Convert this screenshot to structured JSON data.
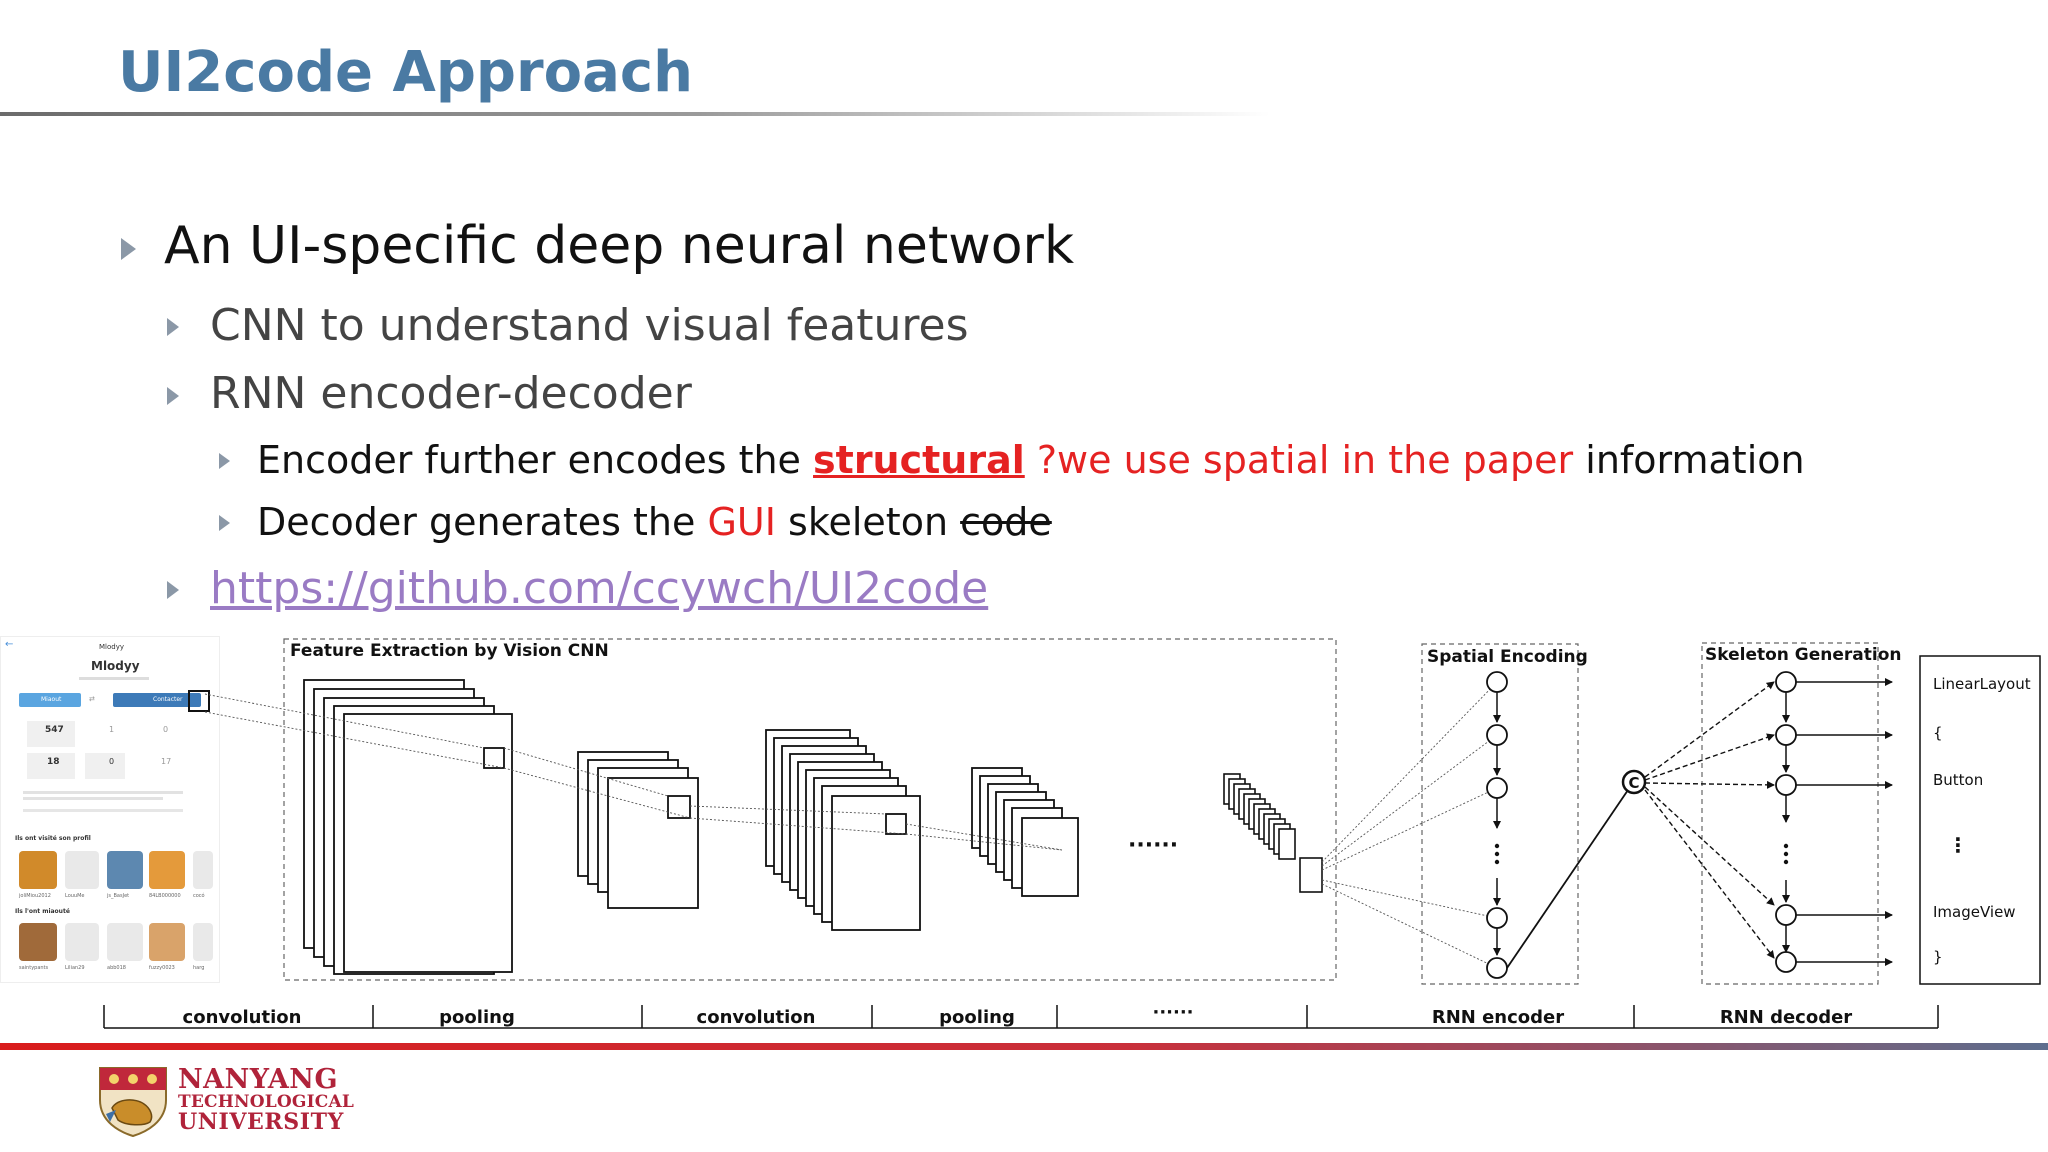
{
  "slide": {
    "title": "UI2code Approach",
    "bullets": {
      "main": "An UI-specific deep neural network",
      "sub1": "CNN to understand visual features",
      "sub2": "RNN encoder-decoder",
      "sub2a_prefix": "Encoder further encodes the",
      "sub2a_highlight": "structural",
      "sub2a_note": "?we use spatial in the paper",
      "sub2a_suffix": "information",
      "sub2b_prefix": "Decoder generates the",
      "sub2b_gui": "GUI",
      "sub2b_mid": "skeleton",
      "sub2b_strike": "code",
      "link": "https://github.com/ccywch/UI2code"
    }
  },
  "diagram": {
    "cnn_title": "Feature Extraction by Vision CNN",
    "spatial_title": "Spatial Encoding",
    "skeleton_title": "Skeleton Generation",
    "dots": "······",
    "output": [
      "LinearLayout",
      "{",
      "Button",
      "⋮",
      "ImageView",
      "}"
    ],
    "stages": [
      "convolution",
      "pooling",
      "convolution",
      "pooling",
      "······",
      "RNN  encoder",
      "RNN decoder"
    ],
    "concat_symbol": "C"
  },
  "mini_screenshot": {
    "app_name": "Mlodyy",
    "user": "Mlodyy",
    "btn_left": "Miaout",
    "btn_right": "Contacter",
    "stats": [
      "547",
      "1",
      "0",
      "18",
      "0",
      "17"
    ],
    "section1": "Ils ont visité son profil",
    "section2": "Ils l'ont miaouté",
    "names1": [
      "joliMiou2012",
      "LouuMe",
      "js_BasJet",
      "84LB000000",
      "cocó"
    ],
    "names2": [
      "saintypants",
      "Lilian29",
      "abb018",
      "fuzzy0023",
      "harg"
    ]
  },
  "logo": {
    "line1": "NANYANG",
    "line2": "TECHNOLOGICAL",
    "line3": "UNIVERSITY"
  },
  "colors": {
    "title": "#4a7aa3",
    "accent_red": "#e52222",
    "link": "#9a7bc4",
    "bullet": "#8b98a7"
  }
}
